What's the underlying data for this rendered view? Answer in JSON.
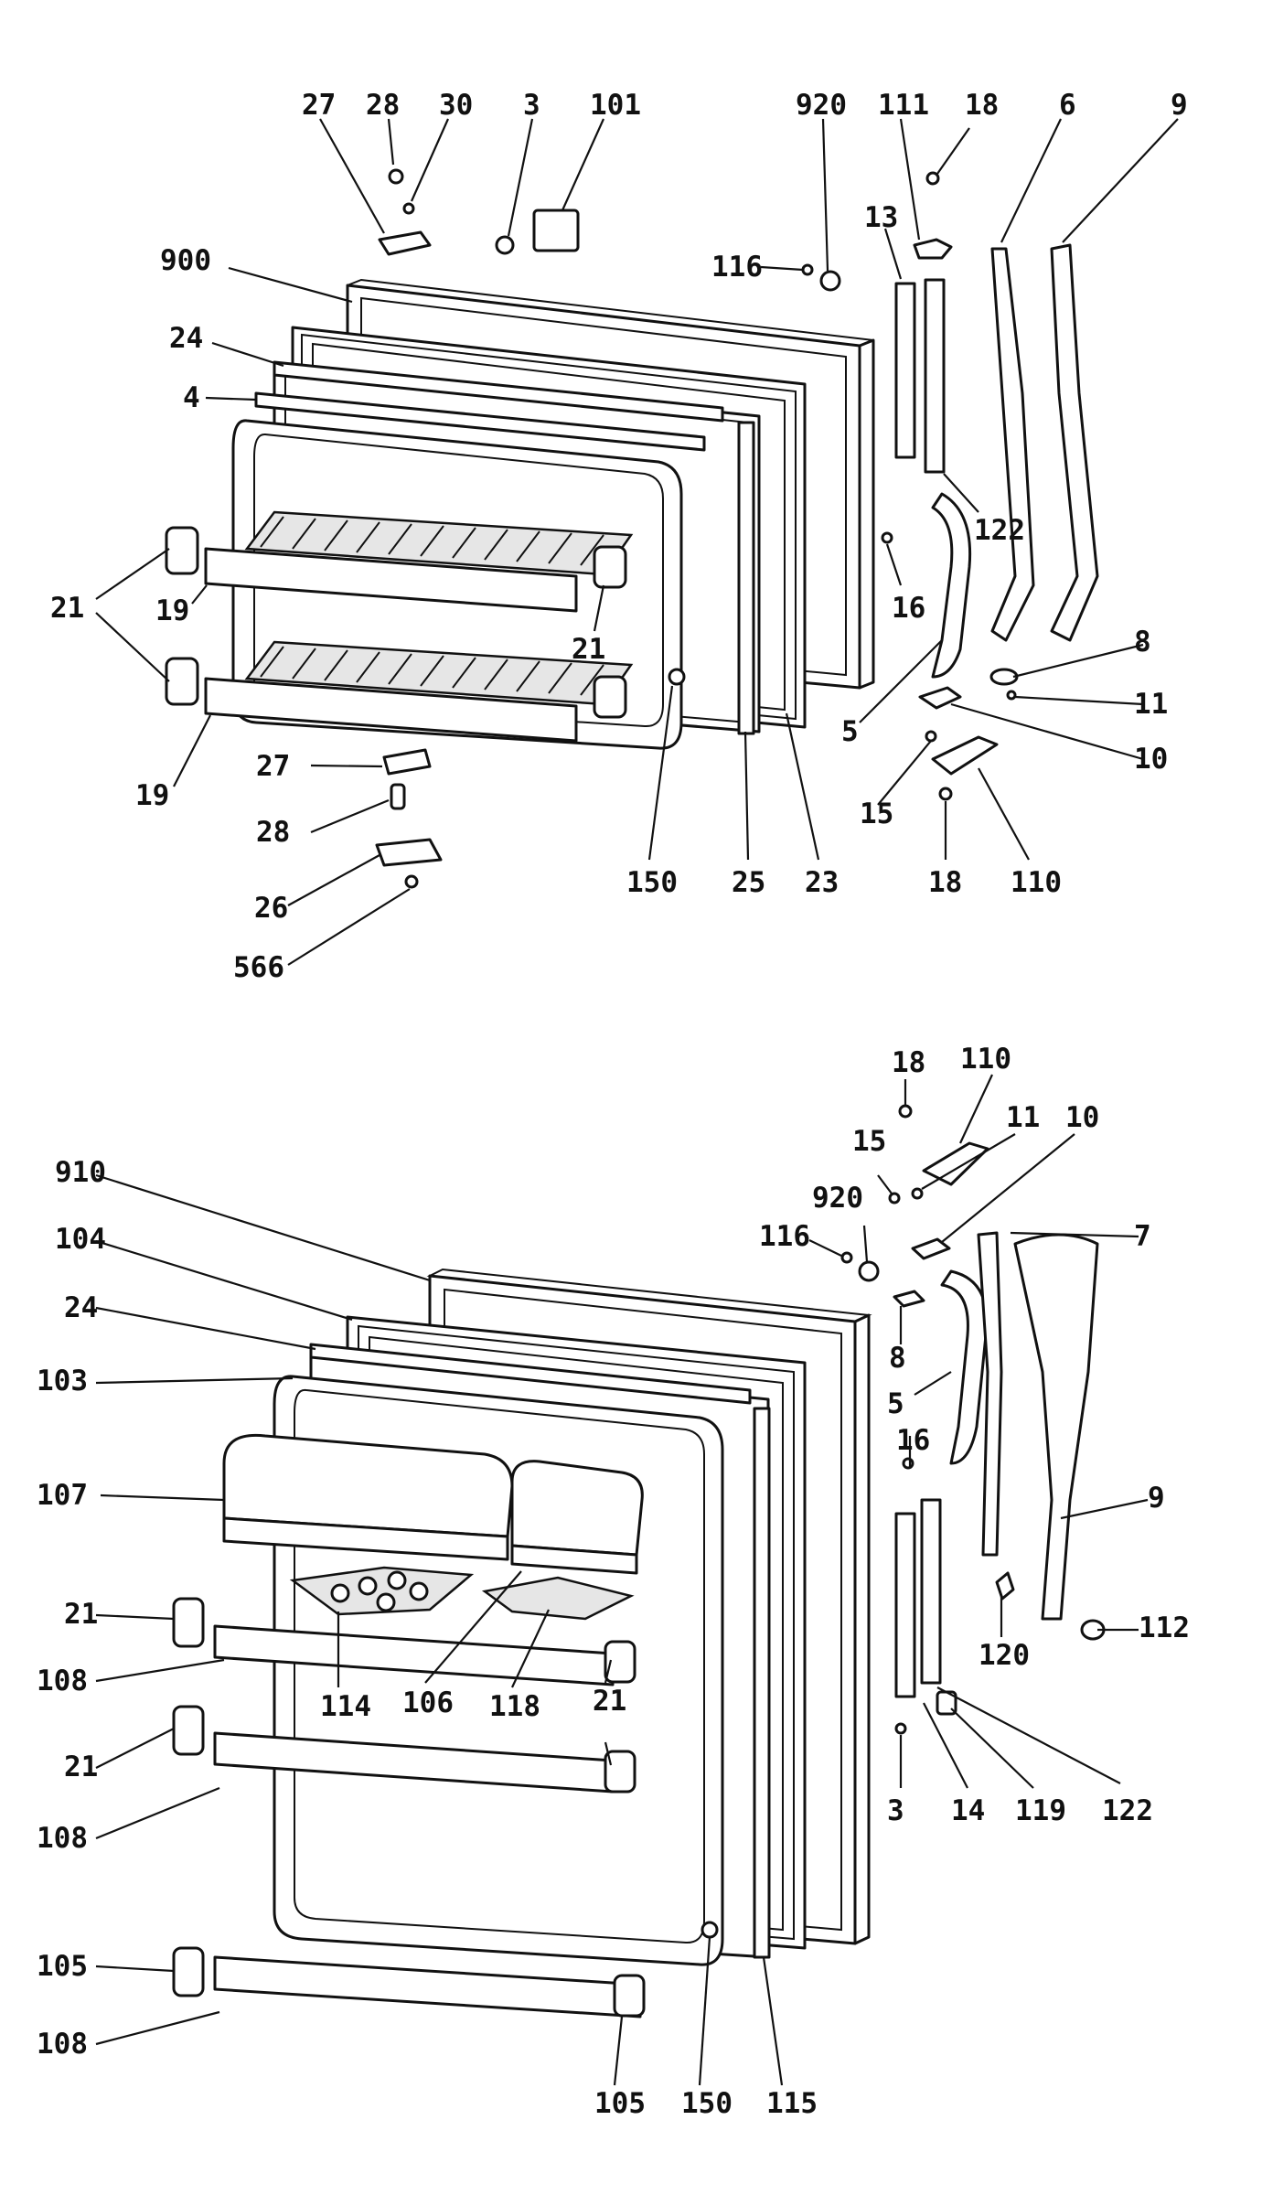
{
  "top_diagram": {
    "labels": [
      {
        "id": "t27a",
        "text": "27"
      },
      {
        "id": "t28a",
        "text": "28"
      },
      {
        "id": "t30",
        "text": "30"
      },
      {
        "id": "t3",
        "text": "3"
      },
      {
        "id": "t101",
        "text": "101"
      },
      {
        "id": "t920",
        "text": "920"
      },
      {
        "id": "t111",
        "text": "111"
      },
      {
        "id": "t18a",
        "text": "18"
      },
      {
        "id": "t6",
        "text": "6"
      },
      {
        "id": "t9",
        "text": "9"
      },
      {
        "id": "t116",
        "text": "116"
      },
      {
        "id": "t13",
        "text": "13"
      },
      {
        "id": "t900",
        "text": "900"
      },
      {
        "id": "t24",
        "text": "24"
      },
      {
        "id": "t4",
        "text": "4"
      },
      {
        "id": "t122",
        "text": "122"
      },
      {
        "id": "t16",
        "text": "16"
      },
      {
        "id": "t21a",
        "text": "21"
      },
      {
        "id": "t19a",
        "text": "19"
      },
      {
        "id": "t21b",
        "text": "21"
      },
      {
        "id": "t8",
        "text": "8"
      },
      {
        "id": "t11",
        "text": "11"
      },
      {
        "id": "t5",
        "text": "5"
      },
      {
        "id": "t10",
        "text": "10"
      },
      {
        "id": "t19b",
        "text": "19"
      },
      {
        "id": "t27b",
        "text": "27"
      },
      {
        "id": "t15",
        "text": "15"
      },
      {
        "id": "t28b",
        "text": "28"
      },
      {
        "id": "t150",
        "text": "150"
      },
      {
        "id": "t25",
        "text": "25"
      },
      {
        "id": "t23",
        "text": "23"
      },
      {
        "id": "t18b",
        "text": "18"
      },
      {
        "id": "t110",
        "text": "110"
      },
      {
        "id": "t26",
        "text": "26"
      },
      {
        "id": "t566",
        "text": "566"
      }
    ]
  },
  "bottom_diagram": {
    "labels": [
      {
        "id": "b18",
        "text": "18"
      },
      {
        "id": "b110",
        "text": "110"
      },
      {
        "id": "b11",
        "text": "11"
      },
      {
        "id": "b10",
        "text": "10"
      },
      {
        "id": "b15",
        "text": "15"
      },
      {
        "id": "b910",
        "text": "910"
      },
      {
        "id": "b920",
        "text": "920"
      },
      {
        "id": "b116",
        "text": "116"
      },
      {
        "id": "b7",
        "text": "7"
      },
      {
        "id": "b104",
        "text": "104"
      },
      {
        "id": "b24",
        "text": "24"
      },
      {
        "id": "b8",
        "text": "8"
      },
      {
        "id": "b103",
        "text": "103"
      },
      {
        "id": "b5",
        "text": "5"
      },
      {
        "id": "b16",
        "text": "16"
      },
      {
        "id": "b107",
        "text": "107"
      },
      {
        "id": "b9",
        "text": "9"
      },
      {
        "id": "b21a",
        "text": "21"
      },
      {
        "id": "b112",
        "text": "112"
      },
      {
        "id": "b120",
        "text": "120"
      },
      {
        "id": "b108a",
        "text": "108"
      },
      {
        "id": "b114",
        "text": "114"
      },
      {
        "id": "b106",
        "text": "106"
      },
      {
        "id": "b118",
        "text": "118"
      },
      {
        "id": "b21b",
        "text": "21"
      },
      {
        "id": "b21c",
        "text": "21"
      },
      {
        "id": "b3",
        "text": "3"
      },
      {
        "id": "b14",
        "text": "14"
      },
      {
        "id": "b119",
        "text": "119"
      },
      {
        "id": "b122",
        "text": "122"
      },
      {
        "id": "b108b",
        "text": "108"
      },
      {
        "id": "b105a",
        "text": "105"
      },
      {
        "id": "b108c",
        "text": "108"
      },
      {
        "id": "b105b",
        "text": "105"
      },
      {
        "id": "b150",
        "text": "150"
      },
      {
        "id": "b115",
        "text": "115"
      }
    ]
  }
}
